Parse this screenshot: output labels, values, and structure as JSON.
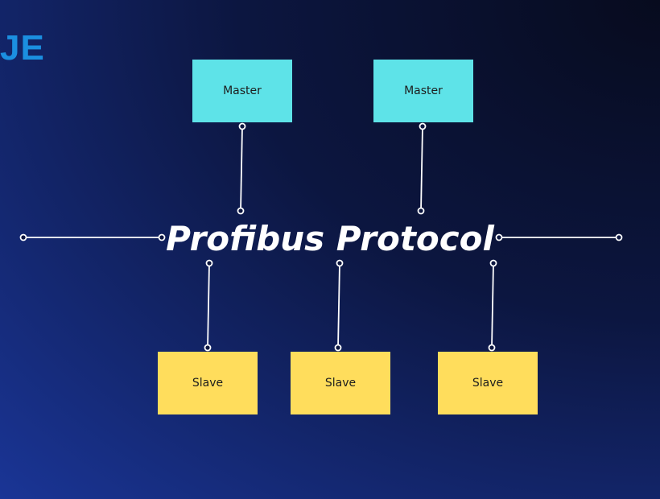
{
  "logo": {
    "text": "JE",
    "color": "#1b8fe0"
  },
  "title": "Profibus Protocol",
  "masters": [
    {
      "label": "Master"
    },
    {
      "label": "Master"
    }
  ],
  "slaves": [
    {
      "label": "Slave"
    },
    {
      "label": "Slave"
    },
    {
      "label": "Slave"
    }
  ],
  "colors": {
    "master_fill": "#5ee3e8",
    "slave_fill": "#ffdd5c",
    "line": "#ffffff",
    "title": "#ffffff"
  }
}
